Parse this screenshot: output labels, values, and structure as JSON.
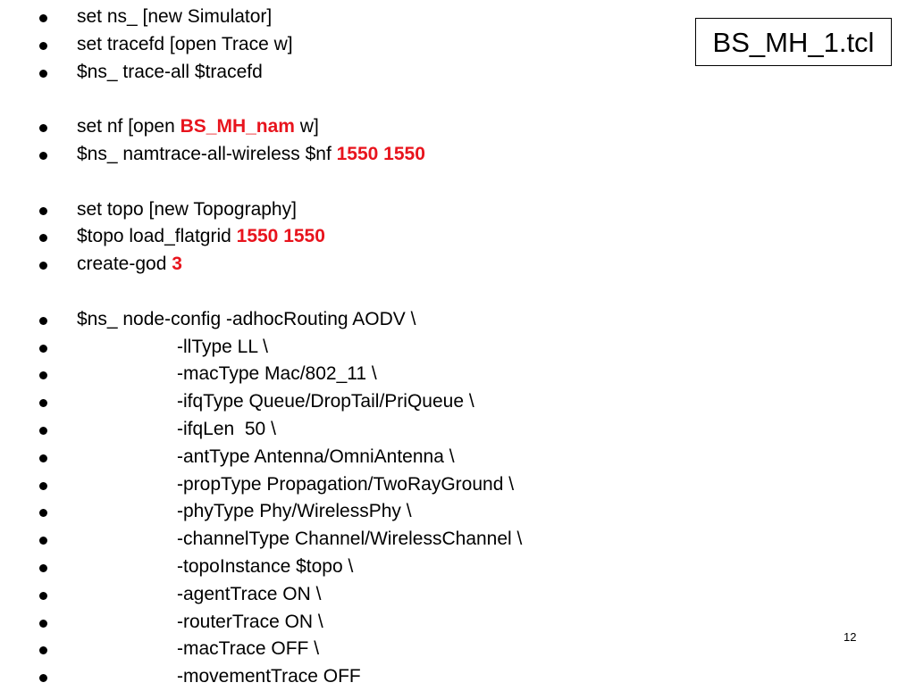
{
  "title_box": "BS_MH_1.tcl",
  "page_number": "12",
  "accent_color": "#e8141d",
  "lines": [
    {
      "parts": [
        "set ns_ [new Simulator]"
      ]
    },
    {
      "parts": [
        "set tracefd [open Trace w]"
      ]
    },
    {
      "parts": [
        "$ns_ trace-all $tracefd"
      ]
    },
    {
      "gap": true
    },
    {
      "parts": [
        "set nf [open ",
        "BS_MH_nam",
        " w]"
      ],
      "highlight": [
        1
      ]
    },
    {
      "parts": [
        "$ns_ namtrace-all-wireless $nf ",
        "1550 1550"
      ],
      "highlight": [
        1
      ]
    },
    {
      "gap": true
    },
    {
      "parts": [
        "set topo [new Topography]"
      ]
    },
    {
      "parts": [
        "$topo load_flatgrid ",
        "1550 1550"
      ],
      "highlight": [
        1
      ]
    },
    {
      "parts": [
        "create-god ",
        "3"
      ],
      "highlight": [
        1
      ]
    },
    {
      "gap": true
    },
    {
      "parts": [
        "$ns_ node-config -adhocRouting AODV \\"
      ]
    },
    {
      "parts": [
        "-llType LL \\"
      ],
      "indent": true
    },
    {
      "parts": [
        "-macType Mac/802_11 \\"
      ],
      "indent": true
    },
    {
      "parts": [
        "-ifqType Queue/DropTail/PriQueue \\"
      ],
      "indent": true
    },
    {
      "parts": [
        "-ifqLen  50 \\"
      ],
      "indent": true
    },
    {
      "parts": [
        "-antType Antenna/OmniAntenna \\"
      ],
      "indent": true
    },
    {
      "parts": [
        "-propType Propagation/TwoRayGround \\"
      ],
      "indent": true
    },
    {
      "parts": [
        "-phyType Phy/WirelessPhy \\"
      ],
      "indent": true
    },
    {
      "parts": [
        "-channelType Channel/WirelessChannel \\"
      ],
      "indent": true
    },
    {
      "parts": [
        "-topoInstance $topo \\"
      ],
      "indent": true
    },
    {
      "parts": [
        "-agentTrace ON \\"
      ],
      "indent": true
    },
    {
      "parts": [
        "-routerTrace ON \\"
      ],
      "indent": true
    },
    {
      "parts": [
        "-macTrace OFF \\"
      ],
      "indent": true
    },
    {
      "parts": [
        "-movementTrace OFF"
      ],
      "indent": true
    }
  ]
}
